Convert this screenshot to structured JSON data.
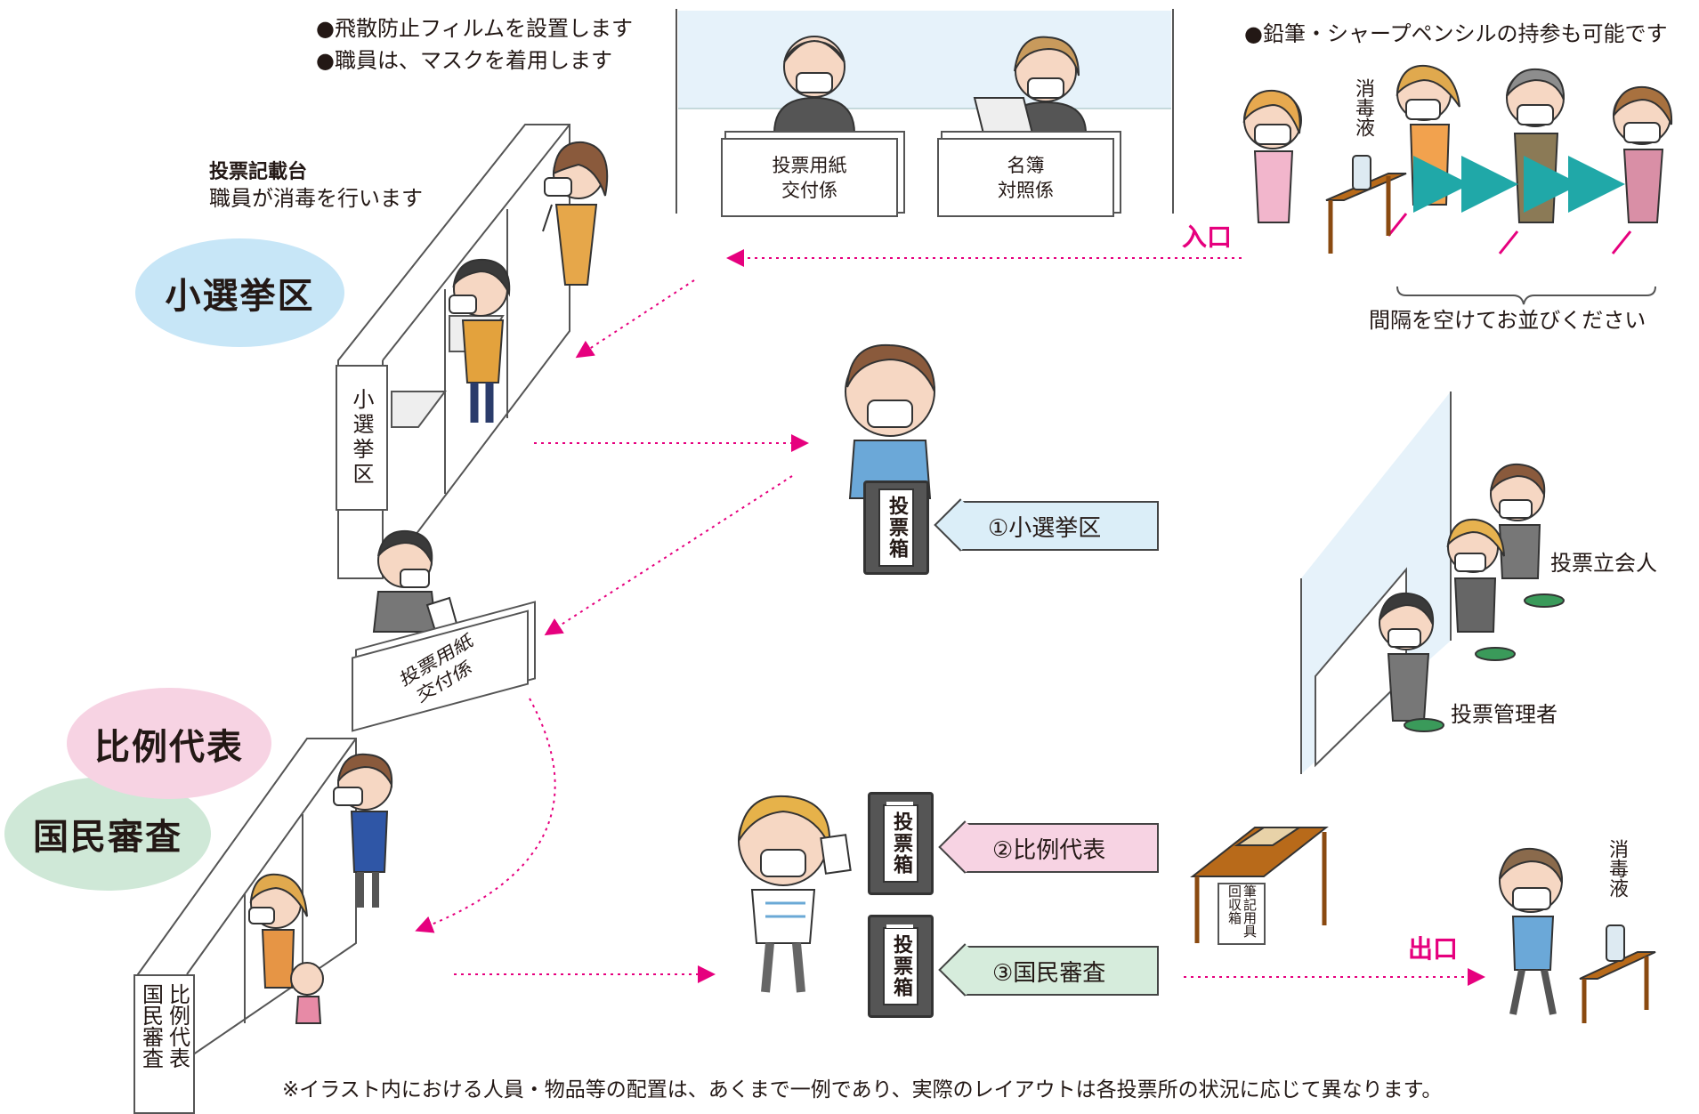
{
  "notes": {
    "film": "●飛散防止フィルムを設置します",
    "mask": "●職員は、マスクを着用します",
    "pencil": "●鉛筆・シャープペンシルの持参も可能です",
    "queue": "間隔を空けてお並びください",
    "disclaimer": "※イラスト内における人員・物品等の配置は、あくまで一例であり、実際のレイアウトは各投票所の状況に応じて異なります。"
  },
  "writing_desk": {
    "title": "投票記載台",
    "subtitle": "職員が消毒を行います"
  },
  "ovals": {
    "single": "小選挙区",
    "proportional": "比例代表",
    "review": "国民審査"
  },
  "counters": {
    "paper_1": [
      "投票用紙",
      "交付係"
    ],
    "register": [
      "名簿",
      "対照係"
    ],
    "paper_2": [
      "投票用紙",
      "交付係"
    ]
  },
  "booth_labels": {
    "single": "小選挙区",
    "proportional": "比例代表",
    "review": "国民審査"
  },
  "sanitizer": "消毒液",
  "entrance": "入口",
  "exit": "出口",
  "ballot_box": "投票箱",
  "ballot_tags": [
    "①小選挙区",
    "②比例代表",
    "③国民審査"
  ],
  "staff": {
    "witness": "投票立会人",
    "manager": "投票管理者"
  },
  "collection_box": "筆記用具回収箱",
  "colors": {
    "accent": "#e6007e",
    "arrow_teal": "#20a8a8",
    "oval_blue": "#c7e6f7",
    "oval_pink": "#f7d3e3",
    "oval_green": "#cfe8d7",
    "tag_blue": "#dbeef8",
    "tag_pink": "#f7d3e3",
    "tag_green": "#d6ecdc"
  }
}
